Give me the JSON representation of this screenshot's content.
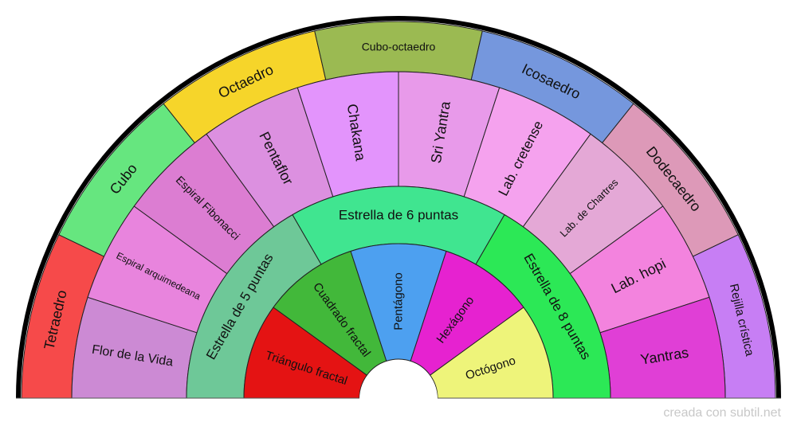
{
  "rings": [
    {
      "name": "outer",
      "orient": "tangential",
      "segments": [
        {
          "label": "Tetraedro",
          "color": "#f64a4a"
        },
        {
          "label": "Cubo",
          "color": "#66e67f"
        },
        {
          "label": "Octaedro",
          "color": "#f6d52a"
        },
        {
          "label": "Cubo-octaedro",
          "color": "#9bba52"
        },
        {
          "label": "Icosaedro",
          "color": "#7597dd"
        },
        {
          "label": "Dodecaedro",
          "color": "#dd99b8"
        },
        {
          "label": "Rejilla crística",
          "color": "#c77ef4"
        }
      ]
    },
    {
      "name": "middle",
      "orient": "radial",
      "segments": [
        {
          "label": "Flor de la Vida",
          "color": "#cc8ad4"
        },
        {
          "label": "Espiral arquimedeana",
          "color": "#e884dd"
        },
        {
          "label": "Espiral Fibonacci",
          "color": "#dc7dd2"
        },
        {
          "label": "Pentaflor",
          "color": "#dc90e0"
        },
        {
          "label": "Chakana",
          "color": "#e394fc"
        },
        {
          "label": "Sri Yantra",
          "color": "#e89aea"
        },
        {
          "label": "Lab. cretense",
          "color": "#f5a2ee"
        },
        {
          "label": "Lab. de Chartres",
          "color": "#e4a8d6"
        },
        {
          "label": "Lab. hopi",
          "color": "#f383de"
        },
        {
          "label": "Yantras",
          "color": "#e03fd6"
        }
      ]
    },
    {
      "name": "third",
      "orient": "tangential",
      "segments": [
        {
          "label": "Estrella de 5 puntas",
          "color": "#6ec898"
        },
        {
          "label": "Estrella de 6 puntas",
          "color": "#40e590"
        },
        {
          "label": "Estrella de 8 puntas",
          "color": "#2ce856"
        }
      ]
    },
    {
      "name": "inner",
      "orient": "radial",
      "segments": [
        {
          "label": "Triángulo fractal",
          "color": "#e41313"
        },
        {
          "label": "Cuadrado fractal",
          "color": "#42b83a"
        },
        {
          "label": "Pentágono",
          "color": "#4da0f0"
        },
        {
          "label": "Hexágono",
          "color": "#e622d0"
        },
        {
          "label": "Octógono",
          "color": "#eef47a"
        }
      ]
    }
  ],
  "footer": "creada con subtil.net"
}
